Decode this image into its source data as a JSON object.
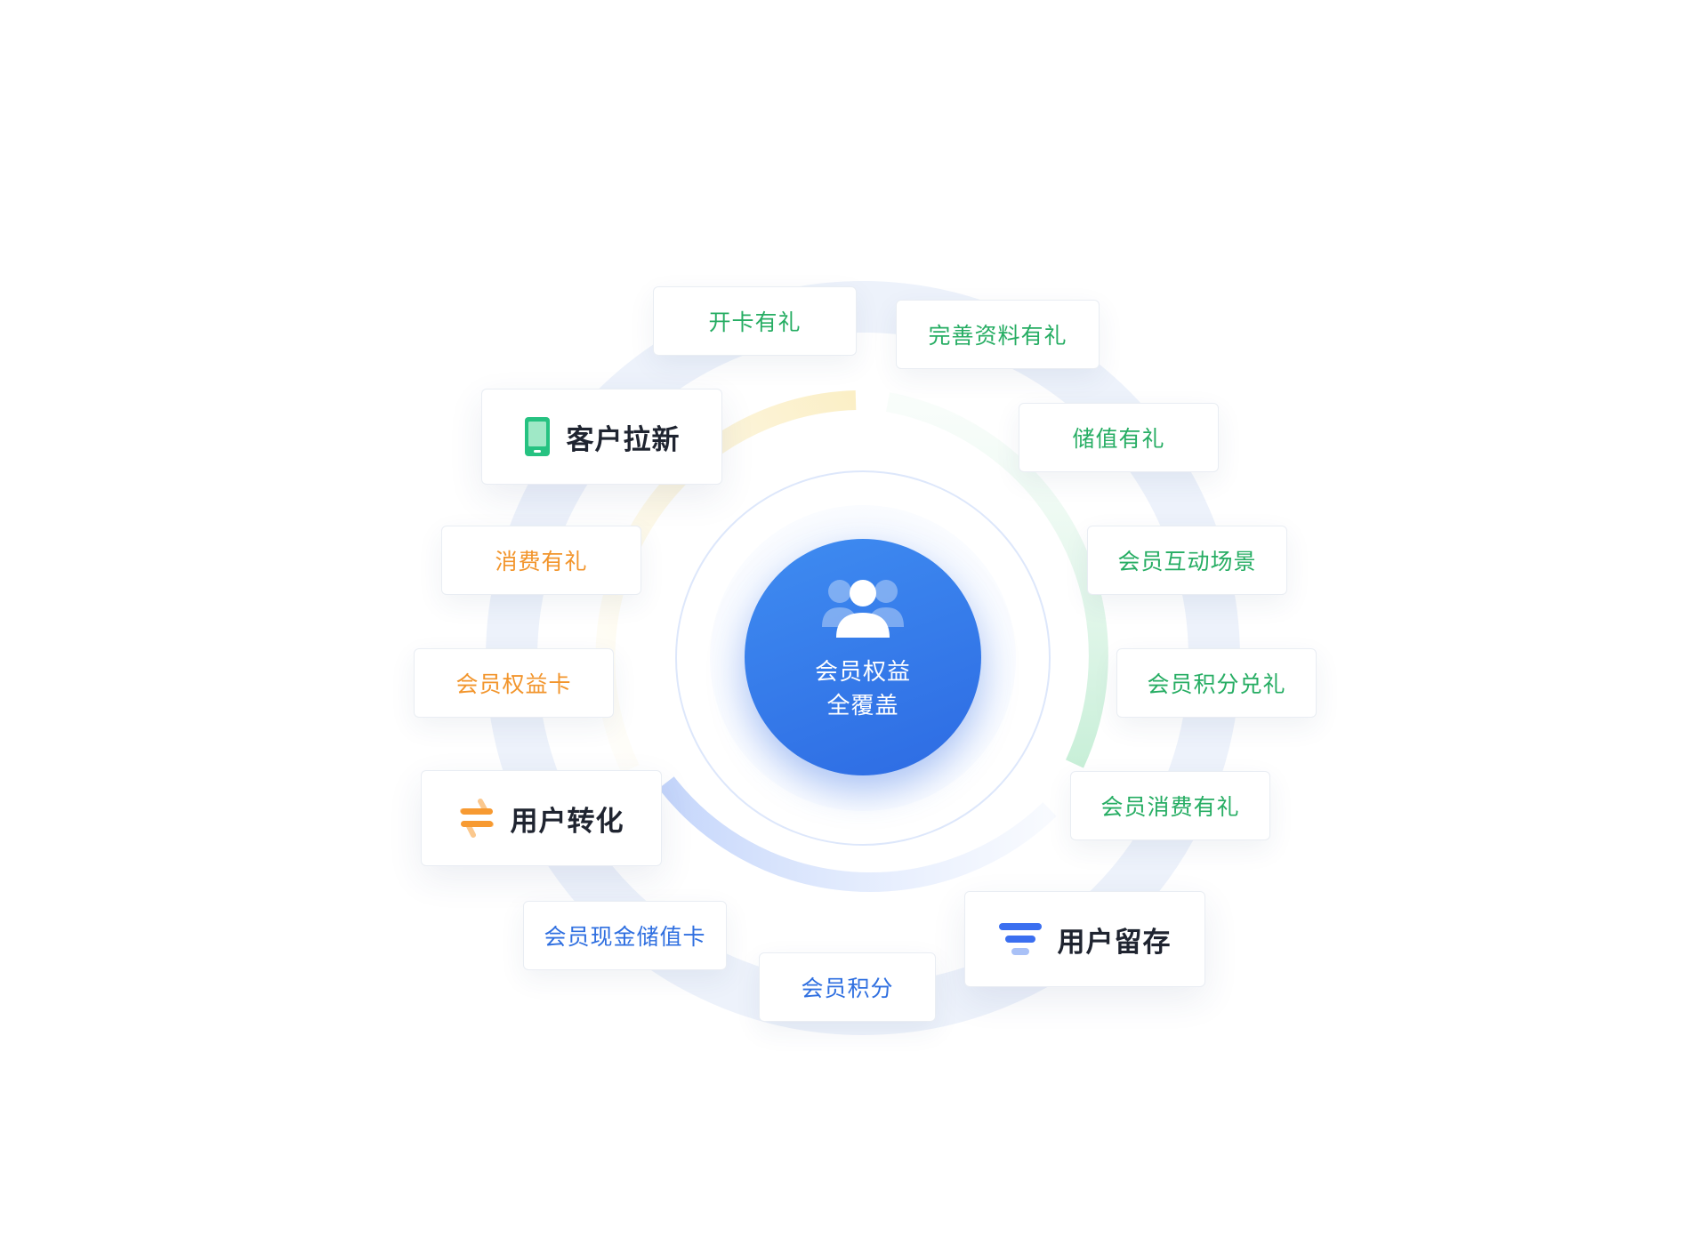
{
  "center": {
    "line1": "会员权益",
    "line2": "全覆盖",
    "icon": "user-group-icon",
    "color": "#2f72e8"
  },
  "groups": [
    {
      "label": "客户拉新",
      "icon": "phone-icon",
      "color": "#26c281"
    },
    {
      "label": "用户转化",
      "icon": "exchange-icon",
      "color": "#f79a32"
    },
    {
      "label": "用户留存",
      "icon": "funnel-icon",
      "color": "#3b6ff0"
    }
  ],
  "tags": [
    {
      "label": "开卡有礼",
      "color": "#26ad63"
    },
    {
      "label": "完善资料有礼",
      "color": "#26ad63"
    },
    {
      "label": "储值有礼",
      "color": "#26ad63"
    },
    {
      "label": "会员互动场景",
      "color": "#26ad63"
    },
    {
      "label": "会员积分兑礼",
      "color": "#26ad63"
    },
    {
      "label": "会员消费有礼",
      "color": "#26ad63"
    },
    {
      "label": "消费有礼",
      "color": "#f2952c"
    },
    {
      "label": "会员权益卡",
      "color": "#f2952c"
    },
    {
      "label": "会员现金储值卡",
      "color": "#2f6fe0"
    },
    {
      "label": "会员积分",
      "color": "#2f6fe0"
    }
  ]
}
